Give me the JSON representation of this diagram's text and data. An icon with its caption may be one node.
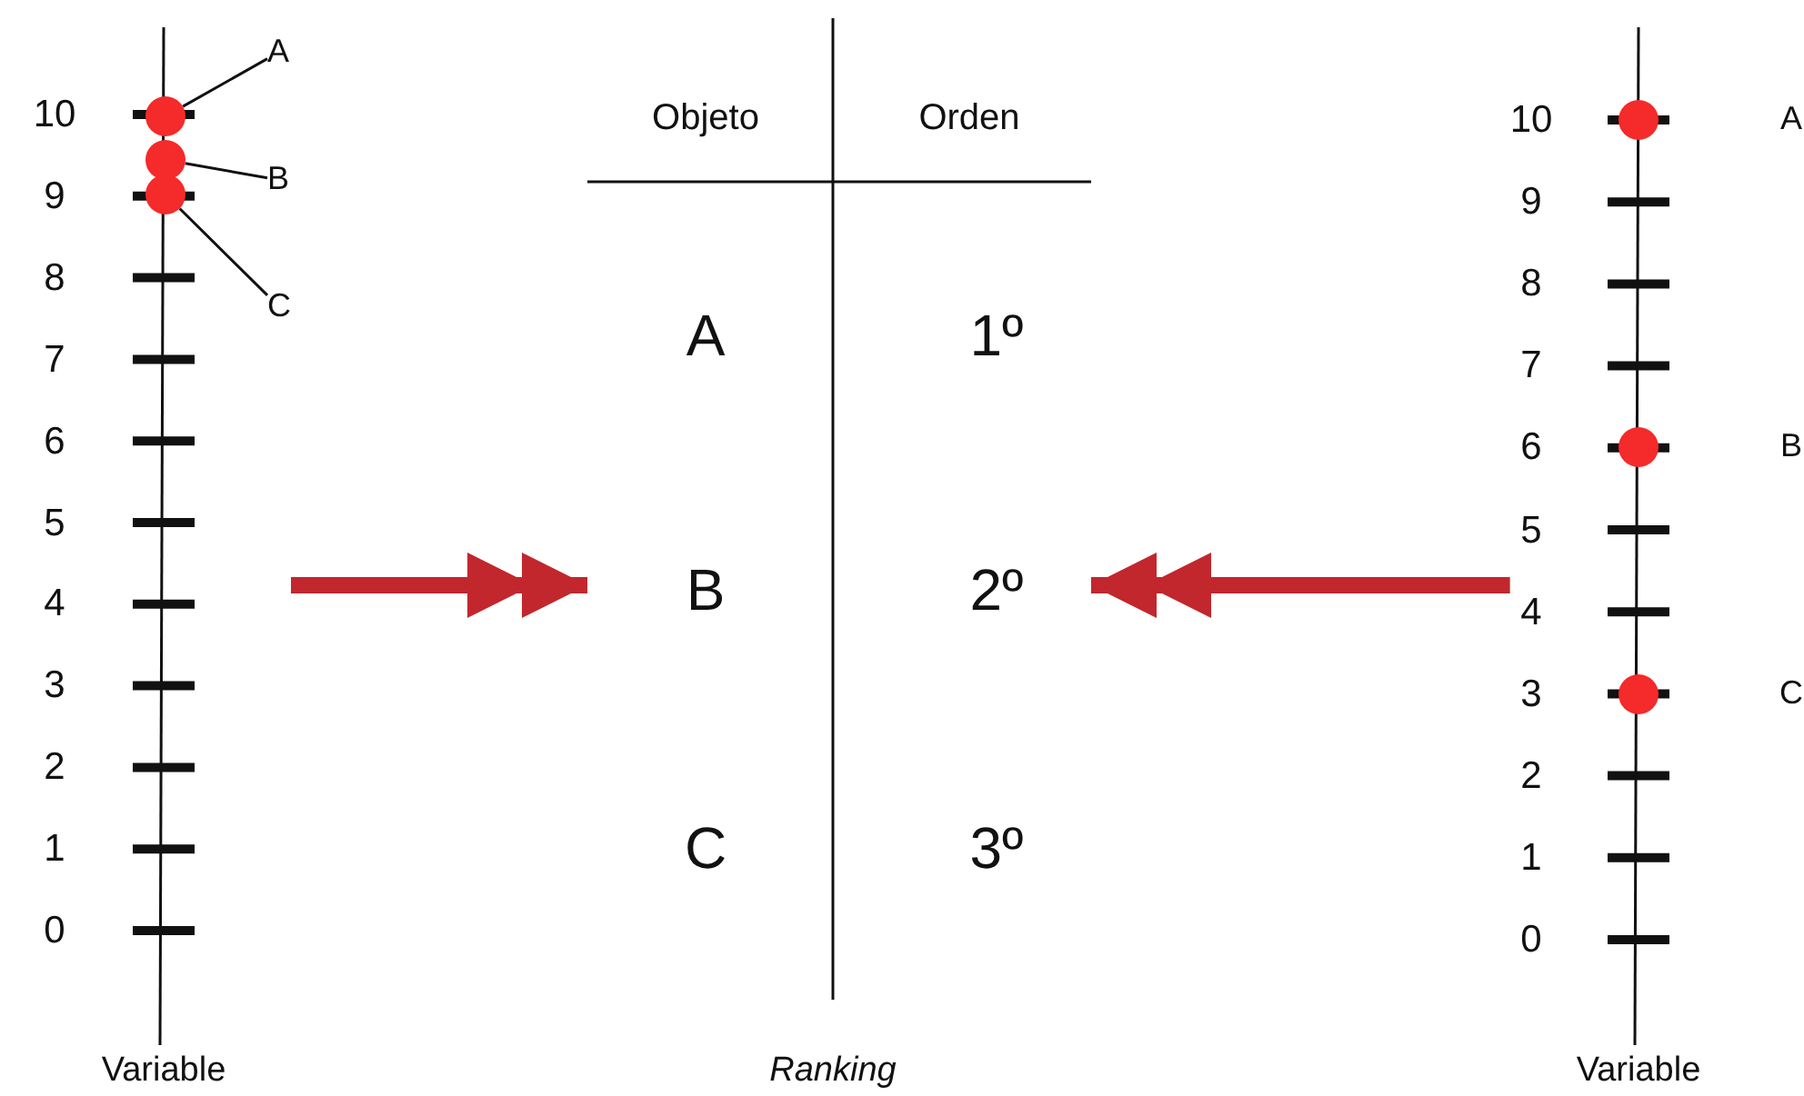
{
  "diagram": {
    "nodes": [
      {
        "text": [
          "Variable"
        ]
      },
      {
        "text": [
          "A"
        ],
        "in": 0
      },
      {
        "text": [
          "B"
        ],
        "in": 0
      },
      {
        "text": [
          "C"
        ],
        "in": 0
      },
      {
        "text": [],
        "shape": "circle",
        "in": 0
      },
      {
        "text": [],
        "shape": "circle",
        "in": 0
      },
      {
        "text": [],
        "shape": "circle",
        "in": 0
      },
      {
        "text": [
          "Ranking"
        ]
      },
      {
        "text": [
          "Variable"
        ]
      },
      {
        "text": [],
        "shape": "circle",
        "in": 8,
        "beside": [
          "A"
        ]
      },
      {
        "text": [],
        "shape": "circle",
        "in": 8,
        "beside": [
          "B"
        ]
      },
      {
        "text": [],
        "shape": "circle",
        "in": 8,
        "beside": [
          "C"
        ]
      }
    ],
    "edges": [
      {
        "from": 1,
        "to": 4,
        "arrow": "none"
      },
      {
        "from": 2,
        "to": 5,
        "arrow": "none"
      },
      {
        "from": 3,
        "to": 6,
        "arrow": "none"
      },
      {
        "from": 0,
        "to": 7,
        "arrow": "to",
        "style": "thick",
        "color": "#c1272d"
      },
      {
        "from": 8,
        "to": 7,
        "arrow": "to",
        "style": "thick",
        "color": "#c1272d"
      }
    ],
    "labels": [
      "10",
      "9",
      "8",
      "7",
      "6",
      "5",
      "4",
      "3",
      "2",
      "1",
      "0",
      "Objeto",
      "Orden",
      "A",
      "1º",
      "B",
      "2º",
      "C",
      "3º",
      "10",
      "9",
      "8",
      "7",
      "6",
      "5",
      "4",
      "3",
      "2",
      "1",
      "0"
    ]
  }
}
